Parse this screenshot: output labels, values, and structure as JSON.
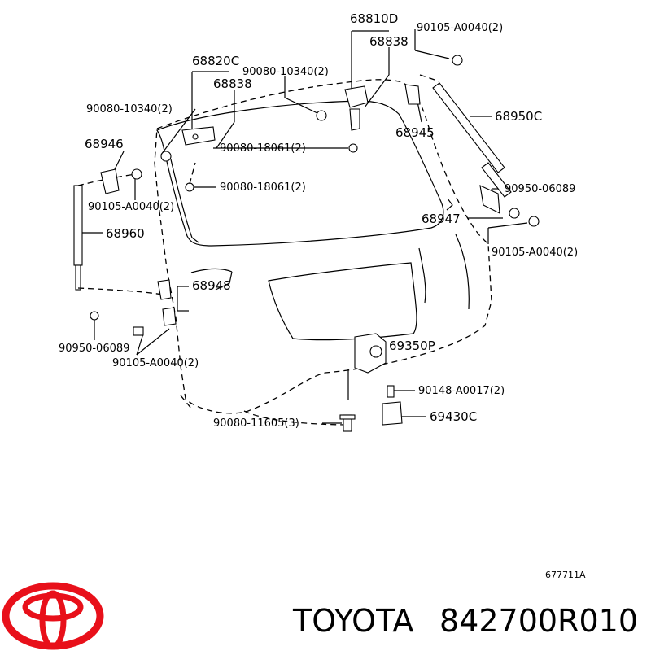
{
  "labels": {
    "l_68810D": "68810D",
    "l_68838_top": "68838",
    "l_90105_top": "90105-A0040(2)",
    "l_68820C": "68820C",
    "l_68838_mid": "68838",
    "l_90080_10340_a": "90080-10340(2)",
    "l_90080_10340_b": "90080-10340(2)",
    "l_68950C": "68950C",
    "l_68945": "68945",
    "l_68946": "68946",
    "l_90080_18061_a": "90080-18061(2)",
    "l_90080_18061_b": "90080-18061(2)",
    "l_90950_right": "90950-06089",
    "l_90105_left": "90105-A0040(2)",
    "l_68947": "68947",
    "l_68960": "68960",
    "l_90105_right": "90105-A0040(2)",
    "l_68948": "68948",
    "l_69350P": "69350P",
    "l_90950_left": "90950-06089",
    "l_90105_bottom": "90105-A0040(2)",
    "l_90148": "90148-A0017(2)",
    "l_69430C": "69430C",
    "l_90080_11605": "90080-11605(3)"
  },
  "diagram_code": "677711A",
  "footer": {
    "brand": "TOYOTA",
    "part_number": "842700R010"
  },
  "colors": {
    "logo": "#e8101a",
    "ink": "#000000"
  }
}
